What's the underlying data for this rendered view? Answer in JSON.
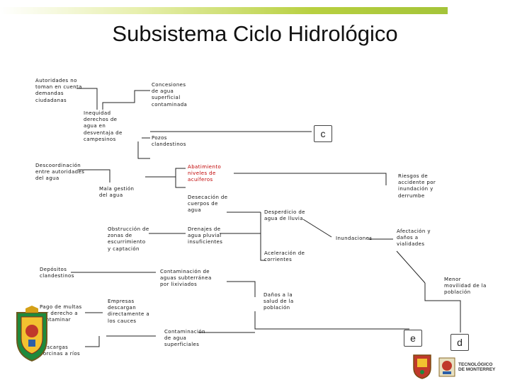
{
  "title": "Subsistema Ciclo Hidrológico",
  "nodes": {
    "autoridades": "Autoridades no\ntoman en cuenta\ndemandas\nciudadanas",
    "concesiones": "Concesiones\nde agua\nsuperficial\ncontaminada",
    "inequidad": "Inequidad\nderechos de\nagua en\ndesventaja de\ncampesinos",
    "pozos": "Pozos\nclandestinos",
    "descoordinacion": "Descoordinación\nentre autoridades\ndel agua",
    "abatimiento": "Abatimiento\nniveles de\nacuíferos",
    "riesgos": "Riesgos de\naccidente por\ninundación y\nderrumbe",
    "mala_gestion": "Mala gestión\ndel agua",
    "desecacion": "Desecación de\ncuerpos de\nagua",
    "desperdicio": "Desperdicio de\nagua de lluvia",
    "obstruccion": "Obstrucción de\nzonas de\nescurrimiento\ny captación",
    "drenajes": "Drenajes de\nagua pluvial\ninsuficientes",
    "inundaciones": "Inundaciones",
    "afectacion": "Afectación y\ndaños a\nvialidades",
    "aceleracion": "Aceleración de\ncorrientes",
    "depositos": "Depósitos\nclandestinos",
    "contaminacion_subt": "Contaminación de\naguas subterránea\npor lixiviados",
    "menor_movilidad": "Menor\nmovilidad de la\npoblación",
    "danos_salud": "Daños a la\nsalud de la\npoblación",
    "pago_multas": "Pago de multas\npor derecho a\ncontaminar",
    "empresas": "Empresas\ndescargan\ndirectamente a\nlos cauces",
    "contaminacion_sup": "Contaminación\nde agua\nsuperficiales",
    "descargas": "Descargas\nporcinas a ríos"
  },
  "boxes": {
    "c": "c",
    "e": "e",
    "d": "d"
  },
  "logo": {
    "text": "TECNOLÓGICO\nDE MONTERREY"
  },
  "colors": {
    "accent_bar": "#a4c439",
    "red_text": "#c00000"
  }
}
